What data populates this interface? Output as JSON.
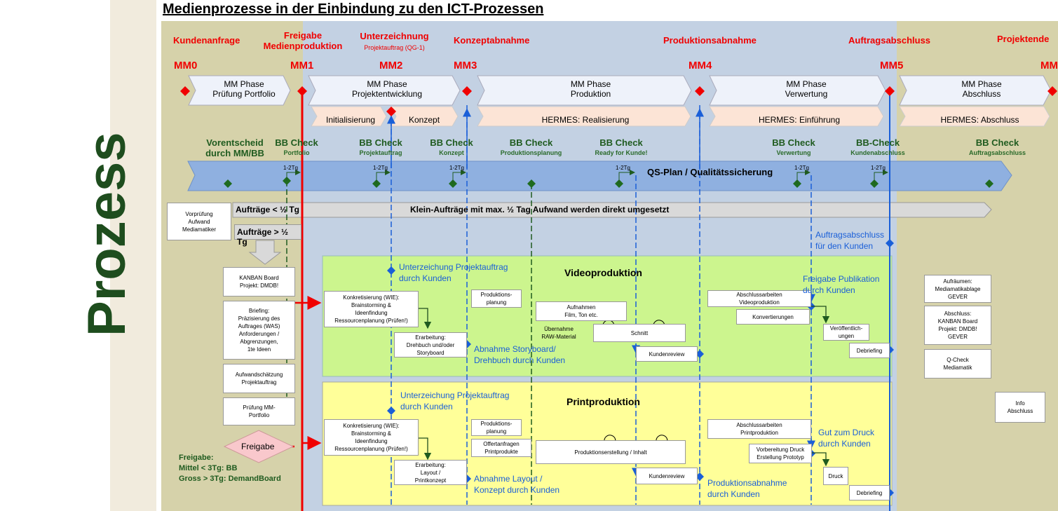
{
  "title": "Medienprozesse in der Einbindung zu den ICT-Prozessen",
  "sidebar_label": "Prozess",
  "milestones": [
    {
      "label": "Kundenanfrage",
      "code": "MM0"
    },
    {
      "label": "Freigabe\nMedienproduktion",
      "code": "MM1"
    },
    {
      "label": "Unterzeichnung",
      "sub": "Projektauftrag (QG-1)",
      "code": "MM2"
    },
    {
      "label": "Konzeptabnahme",
      "code": "MM3"
    },
    {
      "label": "Produktionsabnahme",
      "code": "MM4"
    },
    {
      "label": "Auftragsabschluss",
      "code": "MM5"
    },
    {
      "label": "Projektende",
      "code": "MM"
    }
  ],
  "phases": [
    {
      "l1": "MM Phase",
      "l2": "Prüfung Portfolio"
    },
    {
      "l1": "MM Phase",
      "l2": "Projektentwicklung"
    },
    {
      "l1": "MM Phase",
      "l2": "Produktion"
    },
    {
      "l1": "MM Phase",
      "l2": "Verwertung"
    },
    {
      "l1": "MM Phase",
      "l2": "Abschluss"
    }
  ],
  "hermes": [
    "Initialisierung",
    "Konzept",
    "HERMES: Realisierung",
    "HERMES: Einführung",
    "HERMES: Abschluss"
  ],
  "bb_checks": [
    {
      "title": "Vorentscheid\ndurch MM/BB",
      "sub": ""
    },
    {
      "title": "BB Check",
      "sub": "Portfolio"
    },
    {
      "title": "BB Check",
      "sub": "Projektauftrag"
    },
    {
      "title": "BB Check",
      "sub": "Konzept"
    },
    {
      "title": "BB Check",
      "sub": "Produktionsplanung"
    },
    {
      "title": "BB Check",
      "sub": "Ready for Kunde!"
    },
    {
      "title": "BB Check",
      "sub": "Verwertung"
    },
    {
      "title": "BB-Check",
      "sub": "Kundenabschluss"
    },
    {
      "title": "BB Check",
      "sub": "Auftragsabschluss"
    }
  ],
  "tg_label": "1-2Tg",
  "qs_plan": "QS-Plan / Qualitätssicherung",
  "vorpruefung": "Vorprüfung\nAufwand\nMediamatiker",
  "auftraege_small": "Aufträge < ½ Tg",
  "auftraege_large": "Aufträge > ½ Tg",
  "klein_auftraege": "Klein-Aufträge mit max. ½ Tag Aufwand werden direkt umgesetzt",
  "auftragsabschluss_kunden": "Auftragsabschluss\nfür den Kunden",
  "left_boxes": [
    "KANBAN Board\nProjekt: DMDB!",
    "Briefing:\nPräzisierung des\nAuftrages (WAS)\nAnforderungen /\nAbgrenzungen,\n1te Ideen",
    "Aufwandschätzung\nProjektauftrag",
    "Prüfung MM-\nPortfolio"
  ],
  "freigabe": "Freigabe",
  "freigabe_note": "Freigabe:\nMittel < 3Tg: BB\nGross > 3Tg: DemandBoard",
  "video": {
    "title": "Videoproduktion",
    "unterzeichnung": "Unterzeichung Projektauftrag\ndurch Kunden",
    "konkretisierung": "Konkretisierung (WIE):\nBrainstorming &\nIdeenfindung\nRessourcenplanung (Prüfen!)",
    "erarbeitung": "Erarbeitung:\nDrehbuch und/oder\nStoryboard",
    "abnahme": "Abnahme Storyboard/\nDrehbuch durch Kunden",
    "planung": "Produktions-\nplanung",
    "aufnahmen": "Aufnahmen\nFilm, Ton etc.",
    "uebernahme": "Übernahme\nRAW-Material",
    "schnitt": "Schnitt",
    "kundenreview": "Kundenreview",
    "abschluss": "Abschlussarbeiten\nVideoproduktion",
    "konvertierungen": "Konvertierungen",
    "freigabe_pub": "Freigabe Publikation\ndurch Kunden",
    "veroeffentlichungen": "Veröffentlich-\nungen",
    "debriefing": "Debriefing"
  },
  "print": {
    "title": "Printproduktion",
    "unterzeichnung": "Unterzeichung Projektauftrag\ndurch Kunden",
    "konkretisierung": "Konkretisierung (WIE):\nBrainstorming &\nIdeenfindung\nRessourcenplanung (Prüfen!)",
    "erarbeitung": "Erarbeitung:\nLayout /\nPrintkonzept",
    "abnahme": "Abnahme Layout /\nKonzept durch Kunden",
    "planung": "Produktions-\nplanung",
    "offerten": "Offertanfragen\nPrintprodukte",
    "produktion": "Produktionserstellung / Inhalt",
    "kundenreview": "Kundenreview",
    "produktionsabnahme": "Produktionsabnahme\ndurch Kunden",
    "abschluss": "Abschlussarbeiten\nPrintproduktion",
    "gut_zum_druck": "Gut zum Druck\ndurch Kunden",
    "vorbereitung": "Vorbereitung Druck\nErstellung Prototyp",
    "druck": "Druck",
    "debriefing": "Debriefing"
  },
  "right_boxes": [
    "Aufräumen:\nMediamatikablage\nGEVER",
    "Abschluss:\nKANBAN Board\nProjekt: DMDB!\nGEVER",
    "Q-Check\nMediamatik",
    "Info\nAbschluss"
  ],
  "colors": {
    "red": "#f00000",
    "green": "#1f5b1f",
    "blue": "#1a5fd8",
    "video_bg": "#ccf58e",
    "print_bg": "#ffff99"
  }
}
